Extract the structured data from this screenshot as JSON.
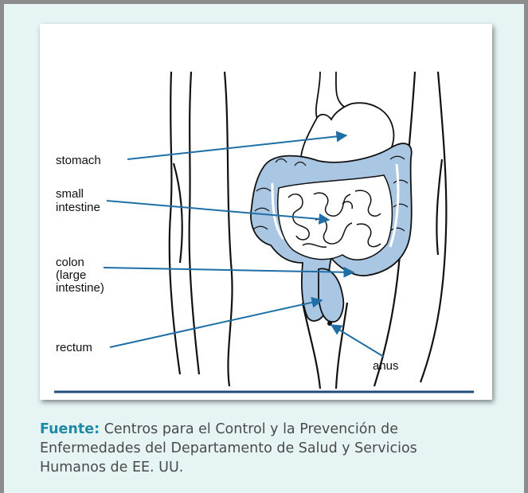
{
  "diagram": {
    "labels": {
      "stomach": "stomach",
      "small_1": "small",
      "small_2": "intestine",
      "colon_1": "colon",
      "colon_2": "(large",
      "colon_3": "intestine)",
      "rectum": "rectum",
      "anus": "anus"
    },
    "colors": {
      "colon_fill": "#a9c6e3",
      "arrow": "#1f6fa6",
      "outline": "#111111",
      "baseline": "#1f4e79"
    }
  },
  "caption": {
    "source_label": "Fuente:",
    "lines": [
      "Centros para el Control y la Prevención de",
      "Enfermedades del Departamento de Salud y Servicios",
      "Humanos de EE. UU."
    ]
  },
  "theme": {
    "panel_bg": "#e6f4f4",
    "accent": "#1f8aa6",
    "border": "#8c8c8c"
  }
}
